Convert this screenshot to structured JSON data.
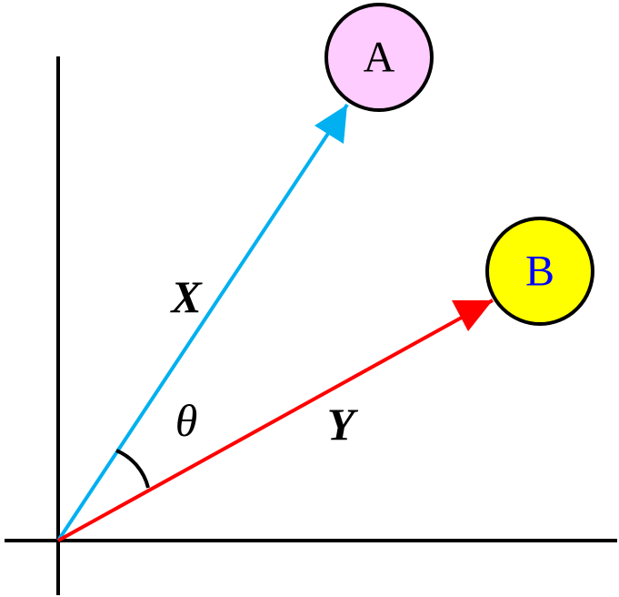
{
  "nodes": {
    "a": {
      "label": "A",
      "fill_color": "#ffccff",
      "text_color": "#000000"
    },
    "b": {
      "label": "B",
      "fill_color": "#ffff00",
      "text_color": "#0000ff"
    }
  },
  "vectors": {
    "x": {
      "label": "X",
      "color": "#00b0f0"
    },
    "y": {
      "label": "Y",
      "color": "#ff0000"
    }
  },
  "angle": {
    "label": "θ"
  },
  "axes": {
    "color": "#000000"
  }
}
